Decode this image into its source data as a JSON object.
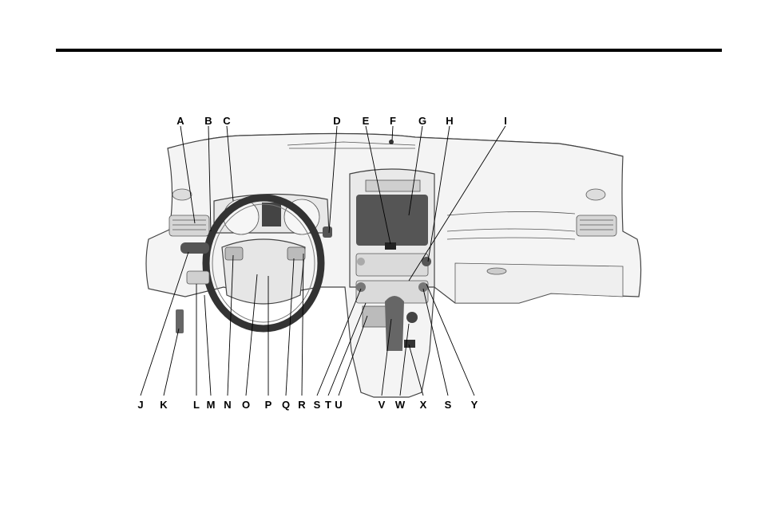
{
  "callouts": {
    "top": [
      "A",
      "B",
      "C",
      "D",
      "E",
      "F",
      "G",
      "H",
      "I"
    ],
    "bottom": [
      "J",
      "K",
      "L",
      "M",
      "N",
      "O",
      "P",
      "Q",
      "R",
      "S",
      "T",
      "U",
      "V",
      "W",
      "X",
      "S",
      "Y"
    ]
  }
}
